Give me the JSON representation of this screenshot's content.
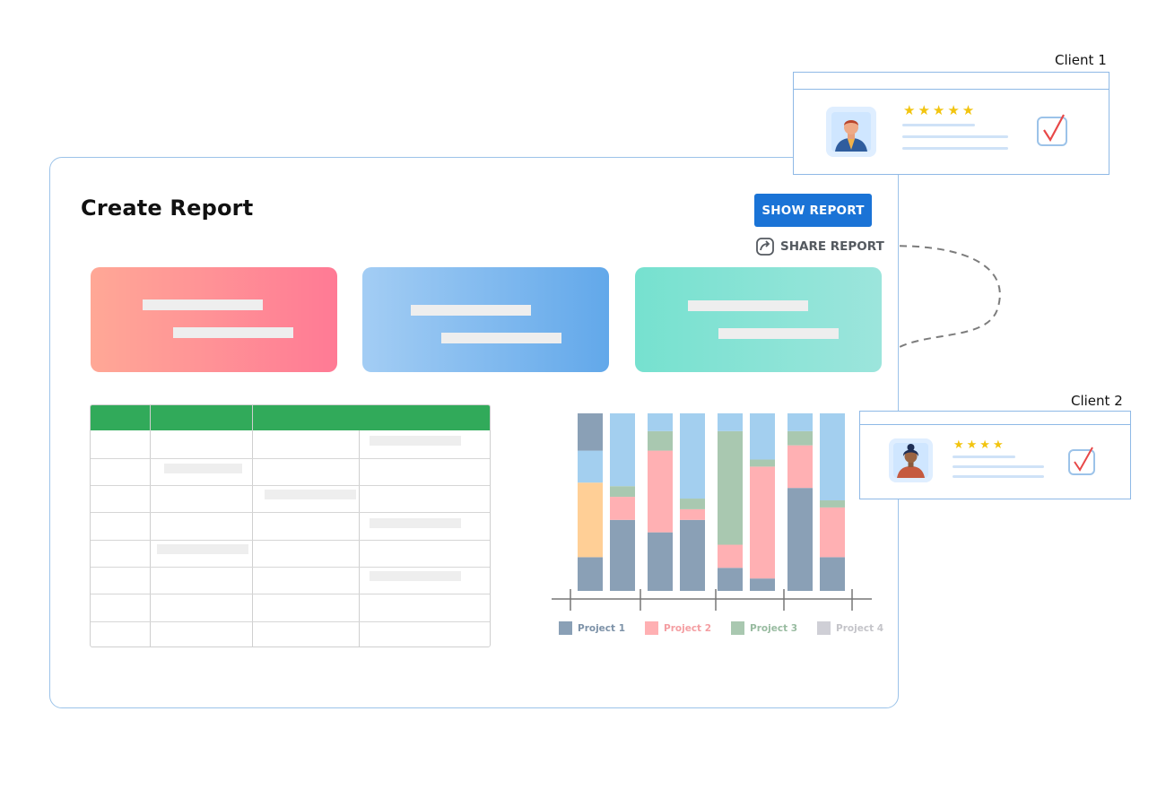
{
  "report": {
    "title": "Create Report",
    "show_report_label": "SHOW REPORT",
    "share_report_label": "SHARE REPORT"
  },
  "clients": [
    {
      "label": "Client 1",
      "rating": "★★★★★",
      "checked": true
    },
    {
      "label": "Client 2",
      "rating": "★★★★",
      "checked": true
    }
  ],
  "colors": {
    "primary": "#1a73d6",
    "table_header": "#31aa5a",
    "project_1": "#8aa0b6",
    "project_2": "#ffb0b3",
    "project_3": "#a9c8b0",
    "project_4": "#cfcfd6",
    "light_blue": "#a3cfef",
    "orange": "#ffcf96"
  },
  "chart_data": {
    "type": "bar",
    "stacked": true,
    "normalized": true,
    "categories": [
      "",
      "",
      "",
      "",
      "",
      "",
      "",
      ""
    ],
    "legend": [
      "Project 1",
      "Project 2",
      "Project 3",
      "Project 4"
    ],
    "columns": [
      [
        {
          "c": "#8aa0b6",
          "v": 0.19
        },
        {
          "c": "#ffcf96",
          "v": 0.42
        },
        {
          "c": "#a3cfef",
          "v": 0.18
        },
        {
          "c": "#8aa0b6",
          "v": 0.21
        }
      ],
      [
        {
          "c": "#8aa0b6",
          "v": 0.4
        },
        {
          "c": "#ffb0b3",
          "v": 0.13
        },
        {
          "c": "#a9c8b0",
          "v": 0.06
        },
        {
          "c": "#a3cfef",
          "v": 0.41
        }
      ],
      [
        {
          "c": "#8aa0b6",
          "v": 0.33
        },
        {
          "c": "#ffb0b3",
          "v": 0.46
        },
        {
          "c": "#a9c8b0",
          "v": 0.11
        },
        {
          "c": "#a3cfef",
          "v": 0.1
        }
      ],
      [
        {
          "c": "#8aa0b6",
          "v": 0.4
        },
        {
          "c": "#ffb0b3",
          "v": 0.06
        },
        {
          "c": "#a9c8b0",
          "v": 0.06
        },
        {
          "c": "#a3cfef",
          "v": 0.48
        }
      ],
      [
        {
          "c": "#8aa0b6",
          "v": 0.13
        },
        {
          "c": "#ffb0b3",
          "v": 0.13
        },
        {
          "c": "#a9c8b0",
          "v": 0.64
        },
        {
          "c": "#a3cfef",
          "v": 0.1
        }
      ],
      [
        {
          "c": "#8aa0b6",
          "v": 0.07
        },
        {
          "c": "#ffb0b3",
          "v": 0.63
        },
        {
          "c": "#a9c8b0",
          "v": 0.04
        },
        {
          "c": "#a3cfef",
          "v": 0.26
        }
      ],
      [
        {
          "c": "#8aa0b6",
          "v": 0.58
        },
        {
          "c": "#ffb0b3",
          "v": 0.24
        },
        {
          "c": "#a9c8b0",
          "v": 0.08
        },
        {
          "c": "#a3cfef",
          "v": 0.1
        }
      ],
      [
        {
          "c": "#8aa0b6",
          "v": 0.19
        },
        {
          "c": "#ffb0b3",
          "v": 0.28
        },
        {
          "c": "#a9c8b0",
          "v": 0.04
        },
        {
          "c": "#a3cfef",
          "v": 0.49
        }
      ]
    ]
  }
}
